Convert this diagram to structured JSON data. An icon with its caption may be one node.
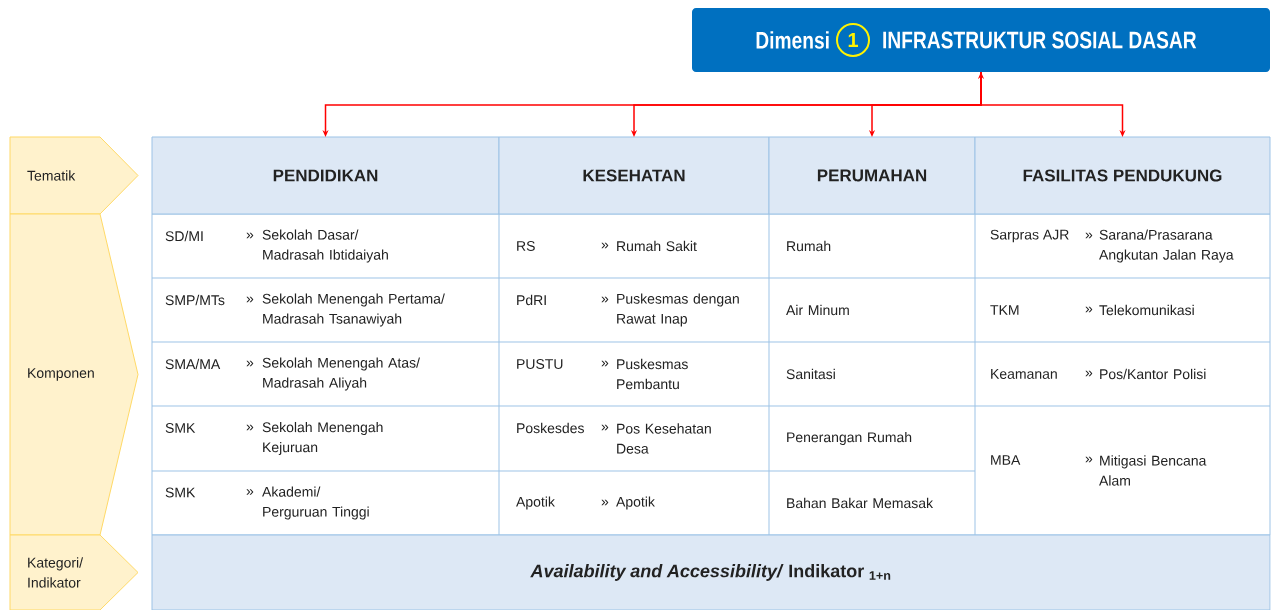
{
  "diagram": {
    "nodes": [
      {
        "text": [
          "Dimensi",
          "INFRASTRUKTUR SOSIAL DASAR"
        ]
      },
      {
        "text": [
          "1"
        ],
        "in": 0
      },
      {
        "text": [
          "Tematik"
        ]
      },
      {
        "text": [
          "PENDIDIKAN"
        ]
      },
      {
        "text": [
          "KESEHATAN"
        ]
      },
      {
        "text": [
          "PERUMAHAN"
        ]
      },
      {
        "text": [
          "FASILITAS PENDUKUNG"
        ]
      },
      {
        "text": [
          "Komponen"
        ]
      },
      {
        "text": [
          "Kategori/ Indikator"
        ]
      },
      {
        "text": [
          "*Availability and Accessibility/* Indikator $_{1+n}$"
        ]
      }
    ],
    "edges": [
      {
        "from": 0,
        "to": 3,
        "arrow": "both"
      },
      {
        "from": 0,
        "to": 4,
        "arrow": "to"
      },
      {
        "from": 0,
        "to": 5,
        "arrow": "to"
      },
      {
        "from": 0,
        "to": 6,
        "arrow": "to"
      }
    ],
    "labels": [
      "SD/MI",
      "»",
      "Sekolah Dasar/ Madrasah Ibtidaiyah",
      "RS",
      "»",
      "Rumah Sakit",
      "Rumah",
      "Sarpras AJR",
      "»",
      "Sarana/Prasarana Angkutan Jalan Raya",
      "SMP/MTs",
      "»",
      "Sekolah Menengah Pertama/ Madrasah Tsanawiyah",
      "PdRI",
      "»",
      "Puskesmas dengan Rawat Inap",
      "Air Minum",
      "TKM",
      "»",
      "Telekomunikasi",
      "SMA/MA",
      "»",
      "Sekolah Menengah Atas/ Madrasah Aliyah",
      "PUSTU",
      "»",
      "Puskesmas Pembantu",
      "Sanitasi",
      "Keamanan",
      "»",
      "Pos/Kantor Polisi",
      "SMK",
      "»",
      "Sekolah Menengah Kejuruan",
      "Poskesdes",
      "»",
      "Pos Kesehatan Desa",
      "Penerangan Rumah",
      "MBA",
      "»",
      "Mitigasi Bencana Alam",
      "SMK",
      "»",
      "Akademi/ Perguruan Tinggi",
      "Apotik",
      "»",
      "Apotik",
      "Bahan Bakar Memasak"
    ]
  }
}
